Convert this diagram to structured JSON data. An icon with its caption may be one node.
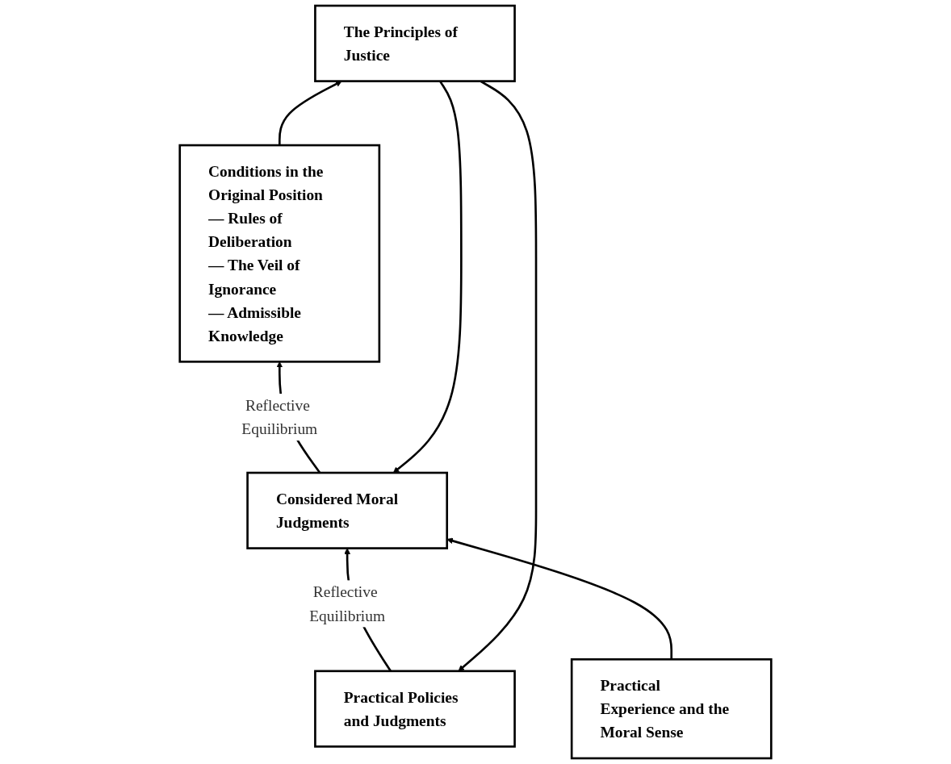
{
  "diagram": {
    "nodes": [
      {
        "text": [
          "Practical Policies and Judgments"
        ]
      },
      {
        "text": [
          "Considered Moral Judgments"
        ]
      },
      {
        "text": [
          "The Principles of Justice"
        ]
      },
      {
        "text": [
          "Practical Experience and the Moral Sense"
        ]
      },
      {
        "text": [
          "Conditions in the Original Position",
          "— Rules of Deliberation",
          "— The Veil of Ignorance",
          "— Admissible Knowledge"
        ]
      }
    ],
    "edges": [
      {
        "from": 0,
        "to": 1,
        "arrow": "to",
        "label": "Reflective Equilibrium"
      },
      {
        "from": 2,
        "to": 0,
        "arrow": "to"
      },
      {
        "from": 2,
        "to": 1,
        "arrow": "to"
      },
      {
        "from": 3,
        "to": 1,
        "arrow": "to"
      },
      {
        "from": 1,
        "to": 4,
        "arrow": "to",
        "label": "Reflective Equilibrium"
      },
      {
        "from": 4,
        "to": 2,
        "arrow": "to"
      }
    ]
  }
}
